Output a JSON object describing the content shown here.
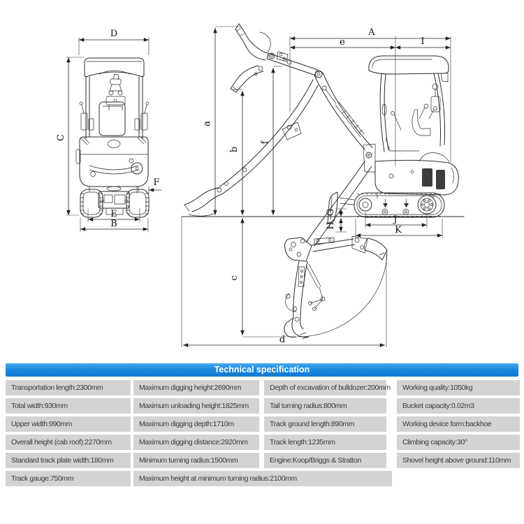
{
  "spec_header": {
    "title": "Technical specification"
  },
  "dims": {
    "A": "A",
    "B": "B",
    "C": "C",
    "D": "D",
    "E": "E",
    "F": "F",
    "G": "G",
    "H": "H",
    "I": "I",
    "J": "J",
    "K": "K",
    "a": "a",
    "b": "b",
    "c": "c",
    "d": "d",
    "e": "e",
    "f": "f"
  },
  "spec_table": {
    "rows": [
      [
        "Transportation length:2300mm",
        "Maximum digging height:2690mm",
        "Depth of excavation of bulldozer:200mm",
        "Working quality:1050kg"
      ],
      [
        "Total width:930mm",
        "Maximum unloading height:1825mm",
        "Tail turning radius:800mm",
        "Bucket capacity:0.02m3"
      ],
      [
        "Upper width:990mm",
        "Maximum digging depth:1710m",
        "Track ground length:890mm",
        "Working device form:backhoe"
      ],
      [
        "Overall height (cab roof):2270mm",
        "Maximum digging distance:2920mm",
        "Track length:1235mm",
        "Climbing capacity:30°"
      ],
      [
        "Standard track plate width:180mm",
        "Minimum turning radius:1500mm",
        "Engine:Koop/Briggs & Stratton",
        "Shovel height above ground:110mm"
      ],
      [
        "Track gauge:750mm",
        "Maximum height at minimum turning radius:2100mm"
      ]
    ]
  }
}
